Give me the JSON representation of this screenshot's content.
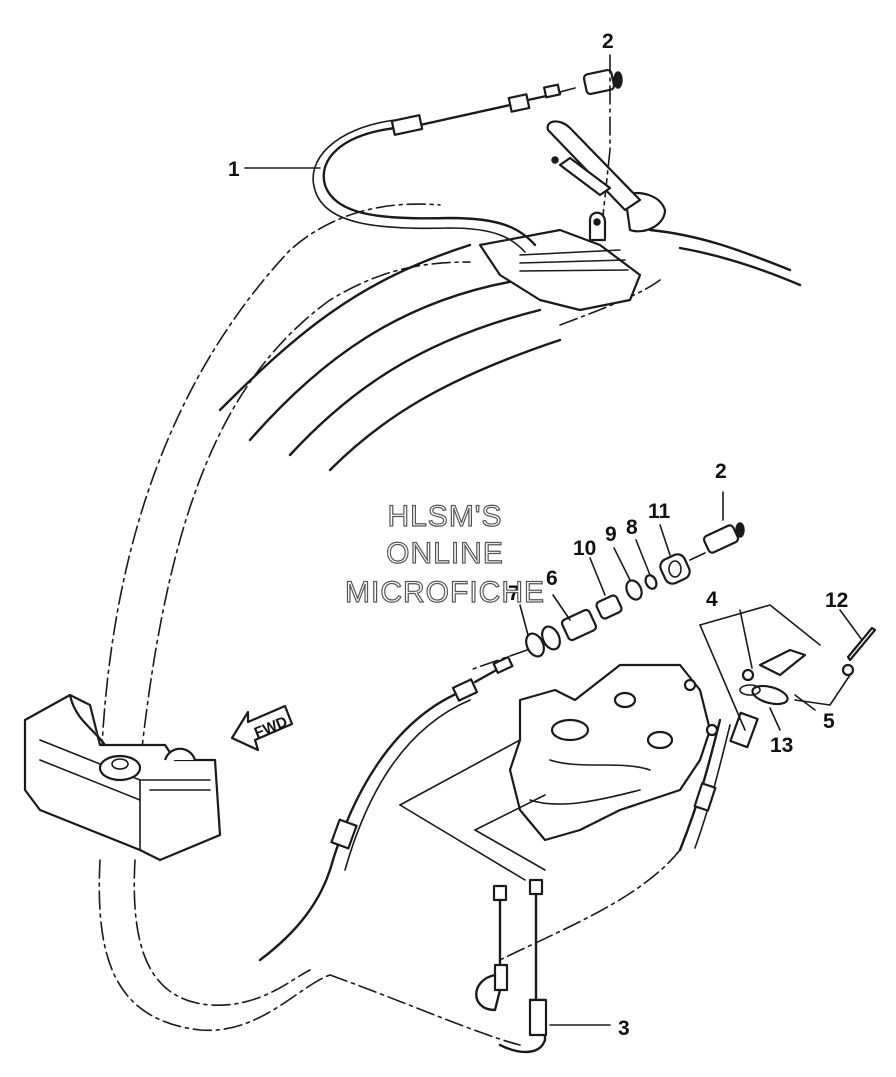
{
  "callouts": {
    "c1": "1",
    "c2_top": "2",
    "c2_mid": "2",
    "c3": "3",
    "c4": "4",
    "c5": "5",
    "c6": "6",
    "c7": "7",
    "c8": "8",
    "c9": "9",
    "c10": "10",
    "c11": "11",
    "c12": "12",
    "c13": "13"
  },
  "watermark": {
    "line1": "HLSM'S",
    "line2": "ONLINE",
    "line3": "MICROFICHE"
  },
  "direction_arrow": {
    "label": "FWD"
  }
}
